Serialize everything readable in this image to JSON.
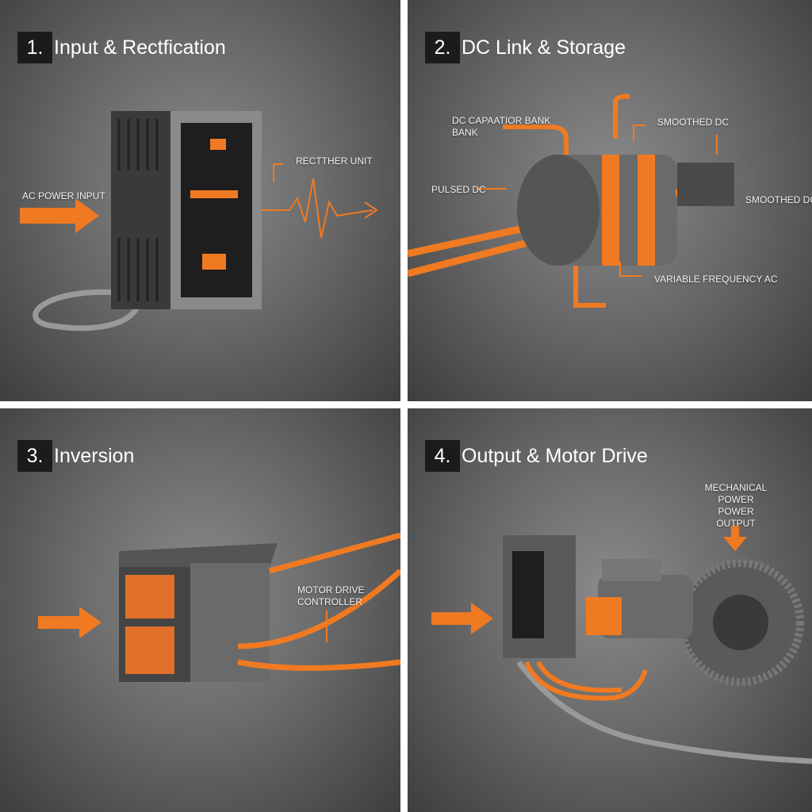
{
  "colors": {
    "accent": "#f07a22",
    "background": "#6e6e6e",
    "title_box": "#1b1b1b"
  },
  "panels": [
    {
      "number": "1.",
      "title": "Input & Rectfication",
      "labels": {
        "ac_input": "AC POWER INPUT",
        "rectifier": "RECTTHER UNIT"
      }
    },
    {
      "number": "2.",
      "title": "DC Link & Storage",
      "labels": {
        "capacitor": "DC CAPAATIOR BANK BANK",
        "smoothed_top": "SMOOTHED DC",
        "pulsed": "PULSED DC",
        "smoothed_right": "SMOOTHED DC",
        "vfac": "VARIABLE FREQUENCY AC"
      }
    },
    {
      "number": "3.",
      "title": "Inversion",
      "labels": {
        "controller": "MOTOR DRIVE CONTROLLER"
      }
    },
    {
      "number": "4.",
      "title": "Output & Motor Drive",
      "labels": {
        "mechanical": "MECHANICAL POWER POWER OUTPUT"
      }
    }
  ]
}
